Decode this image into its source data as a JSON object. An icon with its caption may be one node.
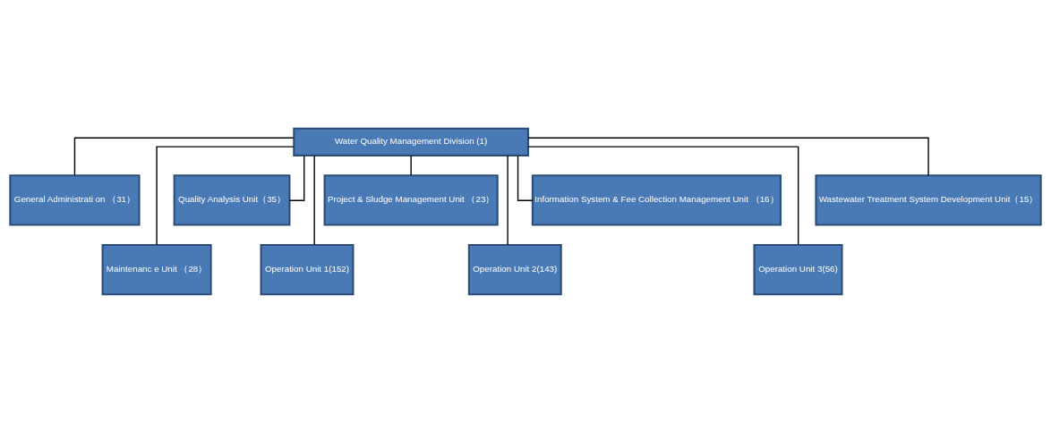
{
  "diagram": {
    "nodes": [
      {
        "text": [
          "Water Quality Management Division (1)"
        ]
      },
      {
        "text": [
          "General Administrati on （31）"
        ]
      },
      {
        "text": [
          "Maintenanc e Unit （28）"
        ]
      },
      {
        "text": [
          "Quality Analysis Unit（35）"
        ]
      },
      {
        "text": [
          "Operation Unit 1(152)"
        ]
      },
      {
        "text": [
          "Project & Sludge Management Unit （23）"
        ]
      },
      {
        "text": [
          "Operation Unit 2(143)"
        ]
      },
      {
        "text": [
          "Information System & Fee Collection Management Unit （16）"
        ]
      },
      {
        "text": [
          "Operation Unit 3(56)"
        ]
      },
      {
        "text": [
          "Wastewater Treatment System Development Unit（15）"
        ]
      }
    ],
    "edges": [
      {
        "from": 0,
        "to": 1,
        "arrow": "none"
      },
      {
        "from": 0,
        "to": 2,
        "arrow": "none"
      },
      {
        "from": 0,
        "to": 3,
        "arrow": "none"
      },
      {
        "from": 0,
        "to": 4,
        "arrow": "none"
      },
      {
        "from": 0,
        "to": 5,
        "arrow": "none"
      },
      {
        "from": 0,
        "to": 6,
        "arrow": "none"
      },
      {
        "from": 0,
        "to": 7,
        "arrow": "none"
      },
      {
        "from": 0,
        "to": 8,
        "arrow": "none"
      },
      {
        "from": 0,
        "to": 9,
        "arrow": "none"
      }
    ]
  }
}
